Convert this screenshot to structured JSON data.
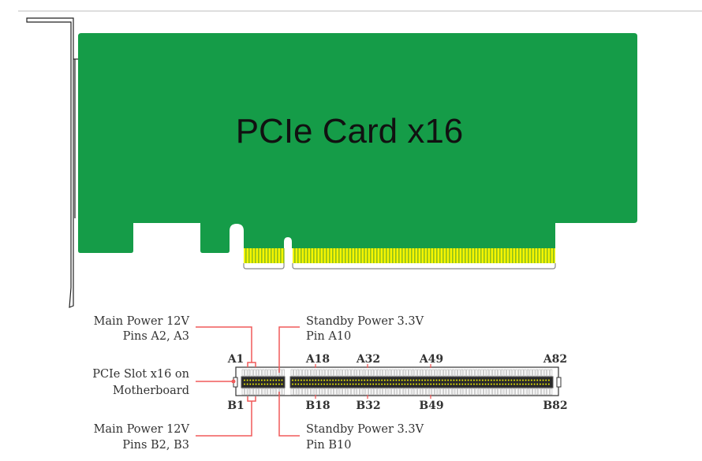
{
  "card": {
    "title": "PCIe Card x16",
    "color": "#159c48",
    "contact_color": "#f5f500"
  },
  "slot": {
    "top_pins": [
      "A1",
      "A18",
      "A32",
      "A49",
      "A82"
    ],
    "bottom_pins": [
      "B1",
      "B18",
      "B32",
      "B49",
      "B82"
    ]
  },
  "callouts": {
    "main_power_a": [
      "Main Power 12V",
      "Pins A2, A3"
    ],
    "slot_label": [
      "PCIe Slot x16 on",
      "Motherboard"
    ],
    "main_power_b": [
      "Main Power 12V",
      "Pins B2, B3"
    ],
    "standby_a": [
      "Standby Power 3.3V",
      "Pin A10"
    ],
    "standby_b": [
      "Standby Power 3.3V",
      "Pin B10"
    ],
    "line_color": "#f05a5a"
  }
}
